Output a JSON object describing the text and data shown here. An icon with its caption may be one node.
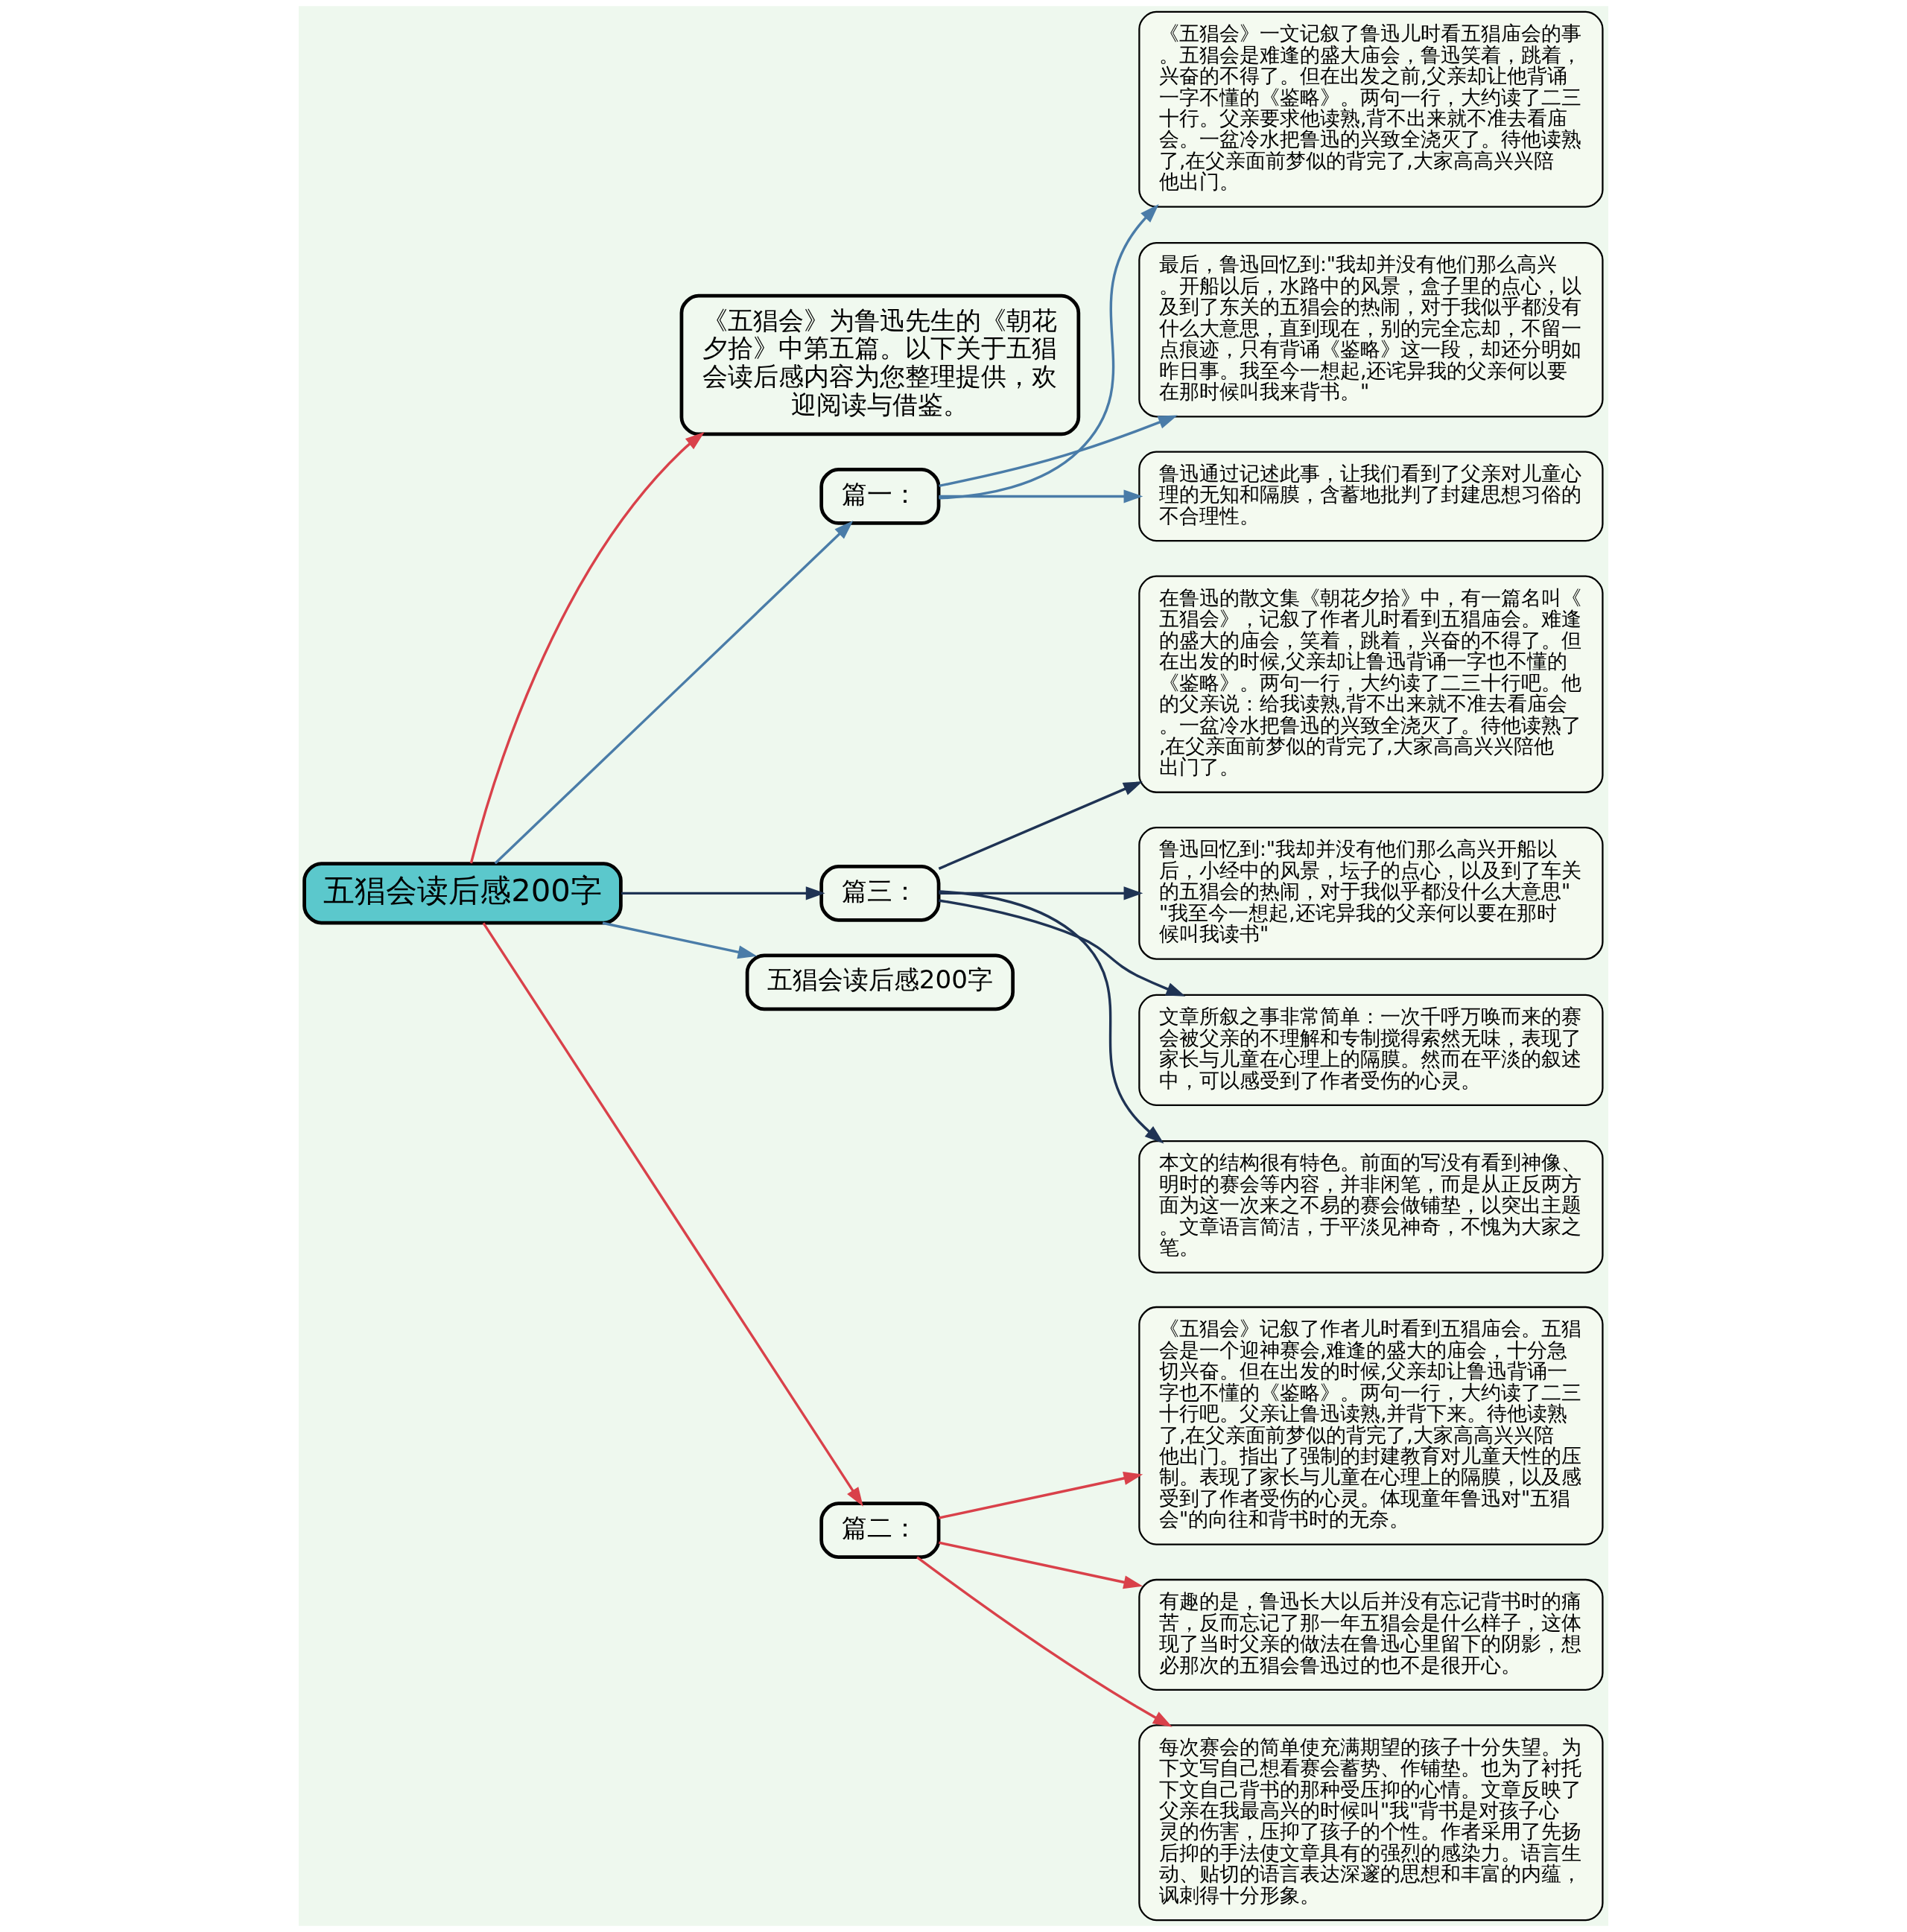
{
  "diagram": {
    "nodes": [
      {
        "text": [
          "五猖会读后感200字"
        ]
      },
      {
        "text": [
          "《五猖会》为鲁迅先生的《朝花夕拾》中第五篇。以下关于五猖会读后感内容为您整理提供，欢迎阅读与借鉴。"
        ]
      },
      {
        "text": [
          "篇一："
        ]
      },
      {
        "text": [
          "《五猖会》一文记叙了鲁迅儿时看五猖庙会的事。五猖会是难逢的盛大庙会，鲁迅笑着，跳着，兴奋的不得了。但在出发之前,父亲却让他背诵一字不懂的《鉴略》。两句一行，大约读了二三十行。父亲要求他读熟,背不出来就不准去看庙会。一盆冷水把鲁迅的兴致全浇灭了。待他读熟了,在父亲面前梦似的背完了,大家高高兴兴陪他出门。"
        ]
      },
      {
        "text": [
          "最后，鲁迅回忆到:\"我却并没有他们那么高兴。开船以后，水路中的风景，盒子里的点心，以及到了东关的五猖会的热闹，对于我似乎都没有什么大意思，直到现在，别的完全忘却，不留一点痕迹，只有背诵《鉴略》这一段，却还分明如昨日事。我至今一想起,还诧异我的父亲何以要在那时候叫我来背书。\""
        ]
      },
      {
        "text": [
          "鲁迅通过记述此事，让我们看到了父亲对儿童心理的无知和隔膜，含蓄地批判了封建思想习俗的不合理性。"
        ]
      },
      {
        "text": [
          "篇三："
        ]
      },
      {
        "text": [
          "在鲁迅的散文集《朝花夕拾》中，有一篇名叫《五猖会》，记叙了作者儿时看到五猖庙会。难逢的盛大的庙会，笑着，跳着，兴奋的不得了。但在出发的时候,父亲却让鲁迅背诵一字也不懂的《鉴略》。两句一行，大约读了二三十行吧。他的父亲说：给我读熟,背不出来就不准去看庙会。一盆冷水把鲁迅的兴致全浇灭了。待他读熟了,在父亲面前梦似的背完了,大家高高兴兴陪他出门了。"
        ]
      },
      {
        "text": [
          "鲁迅回忆到:\"我却并没有他们那么高兴开船以后，小经中的风景，坛子的点心，以及到了车关的五猖会的热闹，对于我似乎都没什么大意思\"\"我至今一想起,还诧异我的父亲何以要在那时候叫我读书\""
        ]
      },
      {
        "text": [
          "文章所叙之事非常简单：一次千呼万唤而来的赛会被父亲的不理解和专制搅得索然无味，表现了家长与儿童在心理上的隔膜。然而在平淡的叙述中，可以感受到了作者受伤的心灵。"
        ]
      },
      {
        "text": [
          "本文的结构很有特色。前面的写没有看到神像、明时的赛会等内容，并非闲笔，而是从正反两方面为这一次来之不易的赛会做铺垫，以突出主题。文章语言简洁，于平淡见神奇，不愧为大家之笔。"
        ]
      },
      {
        "text": [
          "五猖会读后感200字"
        ]
      },
      {
        "text": [
          "篇二："
        ]
      },
      {
        "text": [
          "《五猖会》记叙了作者儿时看到五猖庙会。五猖会是一个迎神赛会,难逢的盛大的庙会，十分急切兴奋。但在出发的时候,父亲却让鲁迅背诵一字也不懂的《鉴略》。两句一行，大约读了二三十行吧。父亲让鲁迅读熟,并背下来。待他读熟了,在父亲面前梦似的背完了,大家高高兴兴陪他出门。指出了强制的封建教育对儿童天性的压制。表现了家长与儿童在心理上的隔膜，以及感受到了作者受伤的心灵。体现童年鲁迅对\"五猖会\"的向往和背书时的无奈。"
        ]
      },
      {
        "text": [
          "有趣的是，鲁迅长大以后并没有忘记背书时的痛苦，反而忘记了那一年五猖会是什么样子，这体现了当时父亲的做法在鲁迅心里留下的阴影，想必那次的五猖会鲁迅过的也不是很开心。"
        ]
      },
      {
        "text": [
          "每次赛会的简单使充满期望的孩子十分失望。为下文写自己想看赛会蓄势、作铺垫。也为了衬托下文自己背书的那种受压抑的心情。文章反映了父亲在我最高兴的时候叫\"我\"背书是对孩子心灵的伤害，压抑了孩子的个性。作者采用了先扬后抑的手法使文章具有的强烈的感染力。语言生动、贴切的语言表达深邃的思想和丰富的内蕴，讽刺得十分形象。"
        ]
      }
    ],
    "edges": [
      {
        "from": 0,
        "to": 1,
        "arrow": "to",
        "color": "#d9414a"
      },
      {
        "from": 0,
        "to": 2,
        "arrow": "to",
        "color": "#4a7ca8"
      },
      {
        "from": 2,
        "to": 3,
        "arrow": "to",
        "color": "#4a7ca8"
      },
      {
        "from": 2,
        "to": 4,
        "arrow": "to",
        "color": "#4a7ca8"
      },
      {
        "from": 2,
        "to": 5,
        "arrow": "to",
        "color": "#4a7ca8"
      },
      {
        "from": 0,
        "to": 6,
        "arrow": "to",
        "color": "#1f3354"
      },
      {
        "from": 6,
        "to": 7,
        "arrow": "to",
        "color": "#1f3354"
      },
      {
        "from": 6,
        "to": 8,
        "arrow": "to",
        "color": "#1f3354"
      },
      {
        "from": 6,
        "to": 9,
        "arrow": "to",
        "color": "#1f3354"
      },
      {
        "from": 6,
        "to": 10,
        "arrow": "to",
        "color": "#1f3354"
      },
      {
        "from": 0,
        "to": 11,
        "arrow": "to",
        "color": "#4a7ca8"
      },
      {
        "from": 0,
        "to": 12,
        "arrow": "to",
        "color": "#d9414a"
      },
      {
        "from": 12,
        "to": 13,
        "arrow": "to",
        "color": "#d9414a"
      },
      {
        "from": 12,
        "to": 14,
        "arrow": "to",
        "color": "#d9414a"
      },
      {
        "from": 12,
        "to": 15,
        "arrow": "to",
        "color": "#d9414a"
      }
    ]
  }
}
